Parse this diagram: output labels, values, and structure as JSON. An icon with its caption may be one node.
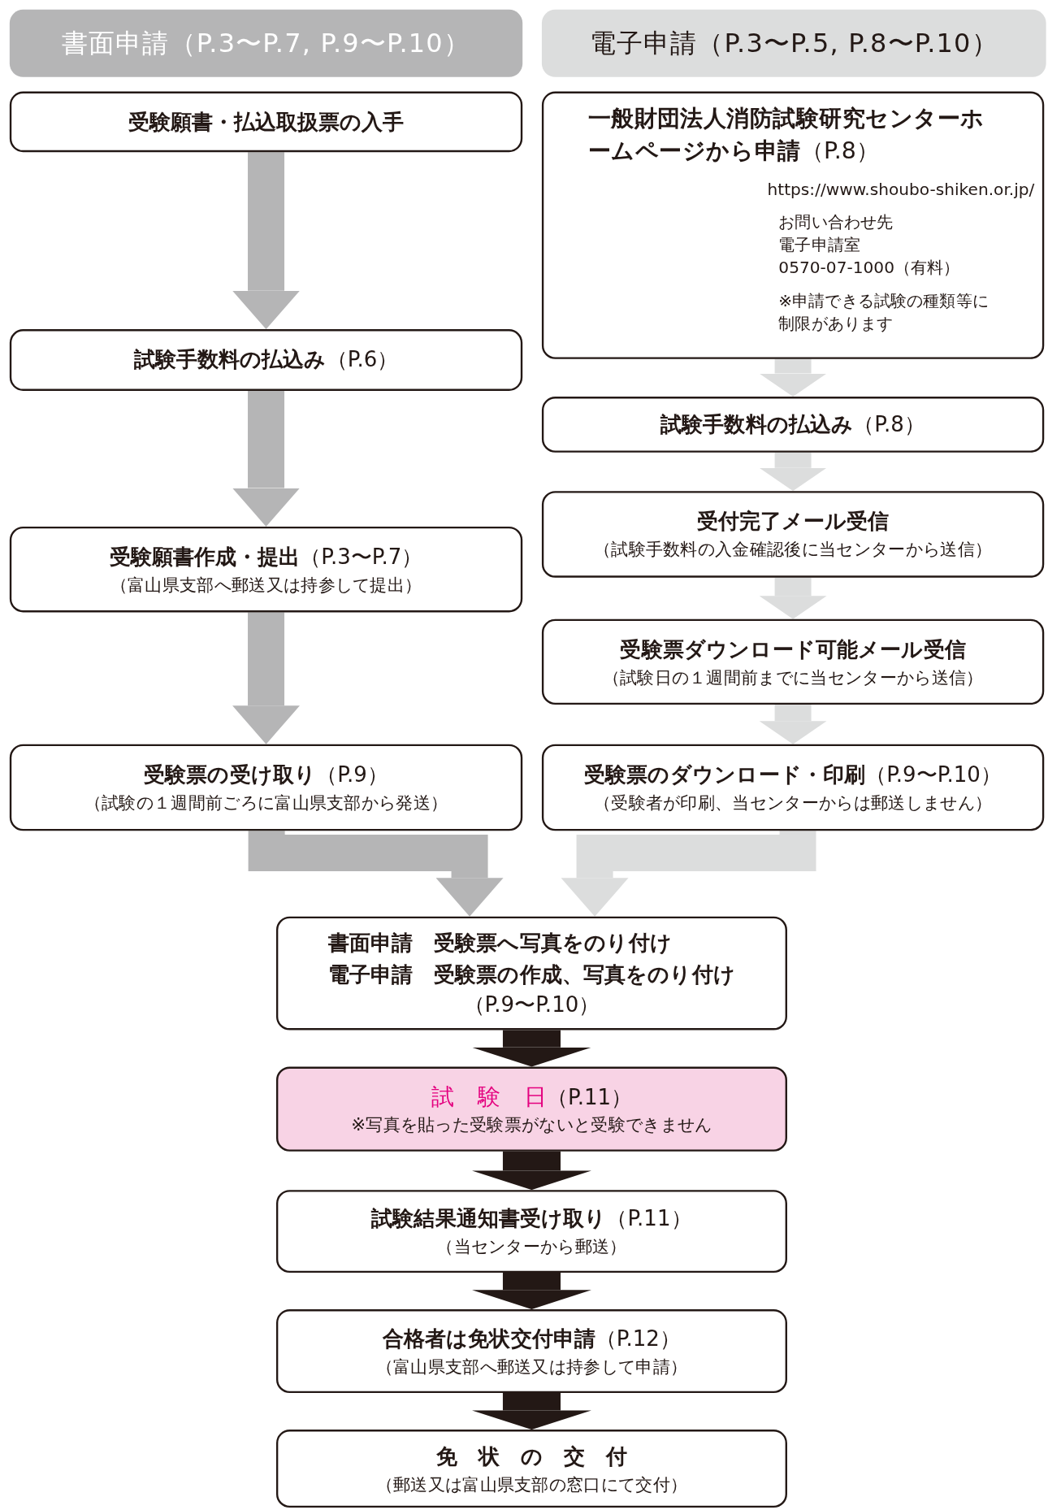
{
  "diagram": {
    "nodes": [
      {
        "text": [
          "書面申請（P.3〜P.7, P.9〜P.10）"
        ]
      },
      {
        "text": [
          "電子申請（P.3〜P.5, P.8〜P.10）"
        ]
      },
      {
        "text": [
          "受験願書・払込取扱票の入手"
        ]
      },
      {
        "text": [
          "**一般財団法人消防試験研究センターホームページから申請**（P.8）",
          "https://www.shoubo-shiken.or.jp/",
          "お問い合わせ先",
          "電子申請室",
          "0570-07-1000（有料）",
          "※申請できる試験の種類等に制限があります"
        ]
      },
      {
        "text": [
          "**試験手数料の払込み**（P.6）"
        ]
      },
      {
        "text": [
          "**試験手数料の払込み**（P.8）"
        ]
      },
      {
        "text": [
          "受付完了メール受信",
          "（試験手数料の入金確認後に当センターから送信）"
        ]
      },
      {
        "text": [
          "**受験願書作成・提出**（P.3〜P.7）",
          "（富山県支部へ郵送又は持参して提出）"
        ]
      },
      {
        "text": [
          "受験票ダウンロード可能メール受信",
          "（試験日の１週間前までに当センターから送信）"
        ]
      },
      {
        "text": [
          "**受験票の受け取り**（P.9）",
          "（試験の１週間前ごろに富山県支部から発送）"
        ]
      },
      {
        "text": [
          "**受験票のダウンロード・印刷**（P.9〜P.10）",
          "（受験者が印刷、当センターからは郵送しません）"
        ]
      },
      {
        "text": [
          "書面申請　受験票へ写真をのり付け",
          "電子申請　受験票の作成、写真をのり付け",
          "（P.9〜P.10）"
        ]
      },
      {
        "text": [
          "試　験　日",
          "（P.11）",
          "※写真を貼った受験票がないと受験できません"
        ]
      },
      {
        "text": [
          "**試験結果通知書受け取り**（P.11）",
          "（当センターから郵送）"
        ]
      },
      {
        "text": [
          "**合格者は免状交付申請**（P.12）",
          "（富山県支部へ郵送又は持参して申請）"
        ]
      },
      {
        "text": [
          "免　状　の　交　付",
          "（郵送又は富山県支部の窓口にて交付）"
        ]
      }
    ],
    "edges": [
      {
        "from": 2,
        "to": 4,
        "arrow": "to",
        "color": "#b5b5b6"
      },
      {
        "from": 4,
        "to": 7,
        "arrow": "to",
        "color": "#b5b5b6"
      },
      {
        "from": 7,
        "to": 9,
        "arrow": "to",
        "color": "#b5b5b6"
      },
      {
        "from": 3,
        "to": 5,
        "arrow": "to",
        "color": "#dcdddd"
      },
      {
        "from": 5,
        "to": 6,
        "arrow": "to",
        "color": "#dcdddd"
      },
      {
        "from": 6,
        "to": 8,
        "arrow": "to",
        "color": "#dcdddd"
      },
      {
        "from": 8,
        "to": 10,
        "arrow": "to",
        "color": "#dcdddd"
      },
      {
        "from": 9,
        "to": 11,
        "arrow": "to",
        "color": "#b5b5b6"
      },
      {
        "from": 10,
        "to": 11,
        "arrow": "to",
        "color": "#dcdddd"
      },
      {
        "from": 11,
        "to": 12,
        "arrow": "to",
        "color": "#231815"
      },
      {
        "from": 12,
        "to": 13,
        "arrow": "to",
        "color": "#231815"
      },
      {
        "from": 13,
        "to": 14,
        "arrow": "to",
        "color": "#231815"
      },
      {
        "from": 14,
        "to": 15,
        "arrow": "to",
        "color": "#231815"
      }
    ]
  }
}
